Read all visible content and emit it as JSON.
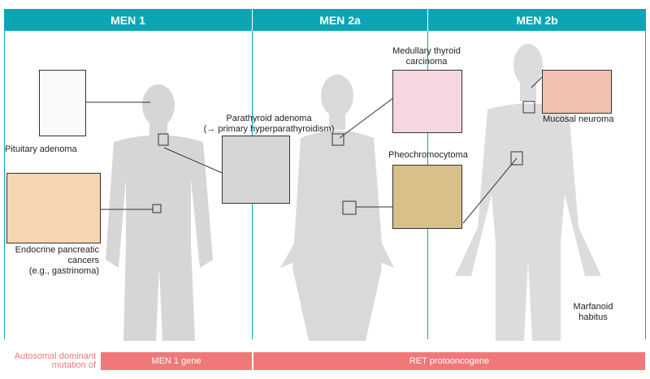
{
  "columns": [
    {
      "title": "MEN 1"
    },
    {
      "title": "MEN 2a"
    },
    {
      "title": "MEN 2b"
    }
  ],
  "labels": {
    "pituitary": "Pituitary adenoma",
    "pancreatic_1": "Endocrine pancreatic",
    "pancreatic_2": "cancers",
    "pancreatic_3": "(e.g., gastrinoma)",
    "parathyroid_1": "Parathyroid adenoma",
    "parathyroid_2": "(→ primary hyperparathyroidism)",
    "medullary_1": "Medullary thyroid",
    "medullary_2": "carcinoma",
    "pheo": "Pheochromocytoma",
    "mucosal": "Mucosal neuroma",
    "marfanoid_1": "Marfanoid",
    "marfanoid_2": "habitus"
  },
  "footer": {
    "prefix_1": "Autosomal dominant",
    "prefix_2": "mutation of",
    "men1_gene": "MEN 1 gene",
    "ret_gene": "RET protooncogene"
  },
  "colors": {
    "header": "#0aa6b5",
    "footer": "#f07878",
    "body": "#d6d6d6"
  }
}
